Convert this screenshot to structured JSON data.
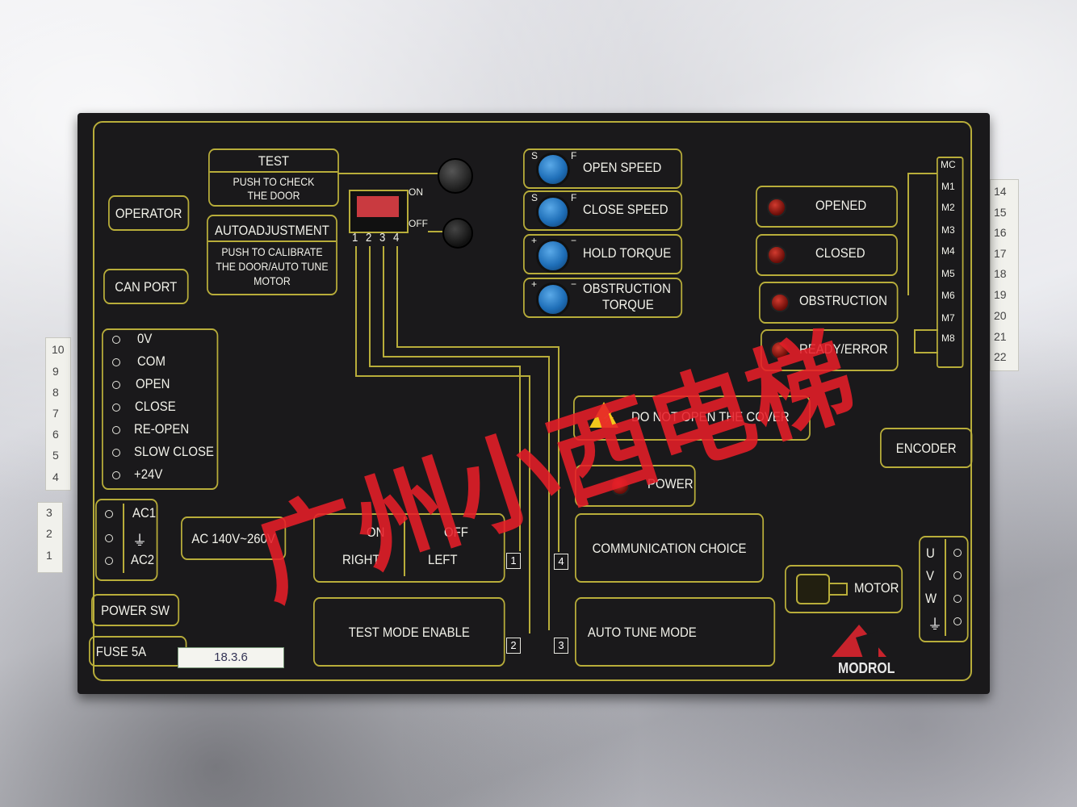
{
  "panel": {
    "test_title": "TEST",
    "test_sub": "PUSH TO CHECK THE DOOR",
    "auto_title": "AUTOADJUSTMENT",
    "auto_sub": "PUSH TO CALIBRATE THE DOOR/AUTO TUNE MOTOR",
    "operator": "OPERATOR",
    "can_port": "CAN PORT",
    "dip_on": "ON",
    "dip_off": "OFF",
    "dip_numbers": [
      "1",
      "2",
      "3",
      "4"
    ],
    "open_speed": "OPEN SPEED",
    "close_speed": "CLOSE SPEED",
    "hold_torque": "HOLD TORQUE",
    "obstruction_torque_1": "OBSTRUCTION",
    "obstruction_torque_2": "TORQUE",
    "knob_marks": {
      "s": "S",
      "f": "F",
      "plus": "+",
      "minus": "−"
    },
    "opened": "OPENED",
    "closed": "CLOSED",
    "obstruction": "OBSTRUCTION",
    "ready_error": "READY/ERROR",
    "relay_labels": [
      "MC",
      "M1",
      "M2",
      "M3",
      "M4",
      "M5",
      "M6",
      "M7",
      "M8"
    ],
    "right_conn_numbers": [
      "14",
      "15",
      "16",
      "17",
      "18",
      "19",
      "20",
      "21",
      "22"
    ],
    "io_labels": [
      "0V",
      "COM",
      "OPEN",
      "CLOSE",
      "RE-OPEN",
      "SLOW CLOSE",
      "+24V"
    ],
    "left_conn_numbers": [
      "10",
      "9",
      "8",
      "7",
      "6",
      "5",
      "4"
    ],
    "ac1": "AC1",
    "ac2": "AC2",
    "power_conn_numbers": [
      "3",
      "2",
      "1"
    ],
    "ac_range": "AC 140V~260V",
    "power_sw": "POWER SW",
    "fuse": "FUSE 5A",
    "sticker": "18.3.6",
    "warning": "DO NOT OPEN THE COVER",
    "encoder": "ENCODER",
    "power": "POWER",
    "on": "ON",
    "off": "OFF",
    "right": "RIGHT",
    "left": "LEFT",
    "communication_choice": "COMMUNICATION CHOICE",
    "test_mode_enable": "TEST MODE ENABLE",
    "auto_tune_mode": "AUTO TUNE MODE",
    "sw_nums": [
      "1",
      "2",
      "3",
      "4"
    ],
    "motor": "MOTOR",
    "uvw": [
      "U",
      "V",
      "W"
    ],
    "brand": "MODROL"
  },
  "watermark": "广州小西电梯",
  "colors": {
    "panel": "#1a191b",
    "line": "#b8ad3a",
    "text": "#f2f2ea",
    "knob": "#1f6fb8",
    "led": "#c0281e",
    "watermark": "#e61e28",
    "logo_red": "#c8232c"
  }
}
